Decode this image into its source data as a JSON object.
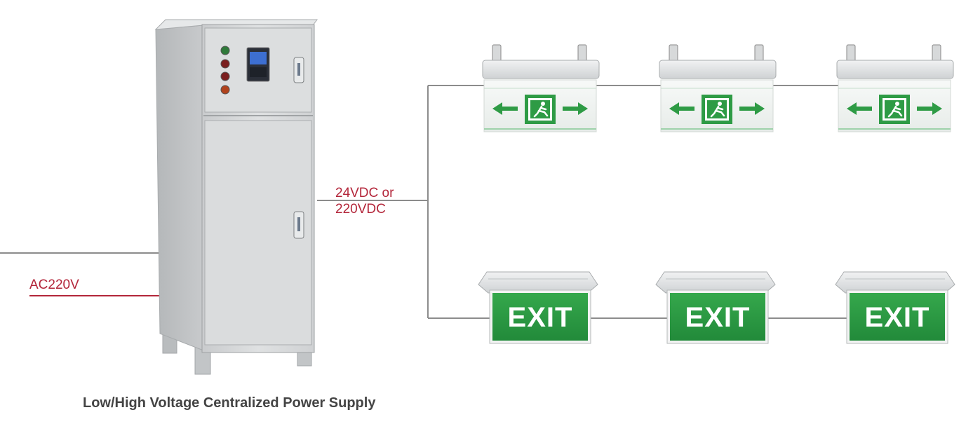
{
  "labels": {
    "ac_input": "AC220V",
    "dc_output_line1": "24VDC or",
    "dc_output_line2": "220VDC",
    "caption": "Low/High Voltage Centralized Power Supply"
  },
  "exit_signs": {
    "text": "EXIT",
    "count": 3
  },
  "directional_signs": {
    "count": 3,
    "symbols": [
      "left-arrow-icon",
      "running-man-icon",
      "right-arrow-icon"
    ]
  },
  "colors": {
    "accent_red": "#b3263a",
    "sign_green": "#2e9b45",
    "wire_gray": "#8c8c8c",
    "cabinet_gray": "#d4d6d8"
  }
}
